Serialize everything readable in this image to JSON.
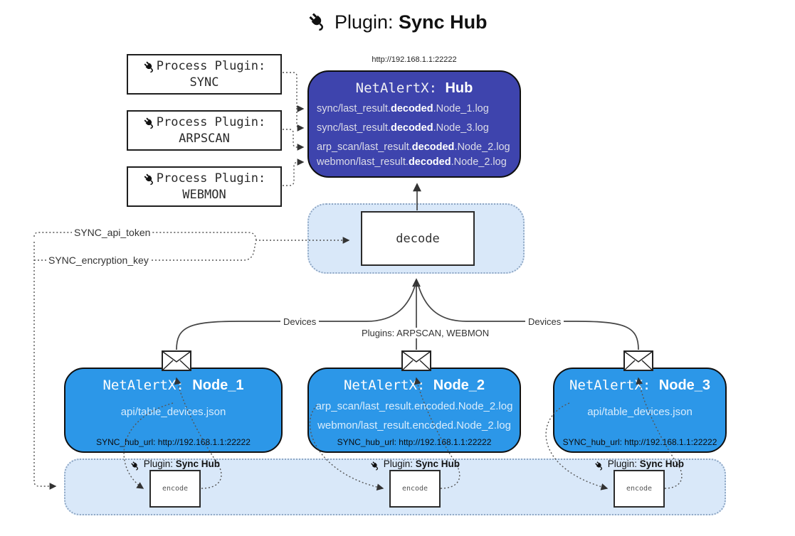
{
  "title": {
    "icon": "plug-icon",
    "prefix": "Plugin:",
    "name": "Sync Hub"
  },
  "colors": {
    "hub-fill": "#3e44ad",
    "node-fill": "#2c97e8",
    "band-fill": "#d9e8f9",
    "band-border": "#8fa7c4",
    "ink": "#1a1a1a",
    "hub-text": "#dcdce8",
    "node-text": "#d8ecfc"
  },
  "process_plugins": [
    {
      "label": "Process Plugin:",
      "name": "SYNC"
    },
    {
      "label": "Process Plugin:",
      "name": "ARPSCAN"
    },
    {
      "label": "Process Plugin:",
      "name": "WEBMON"
    }
  ],
  "hub": {
    "url": "http://192.168.1.1:22222",
    "title_prefix": "NetAlertX:",
    "title_name": "Hub",
    "logs": [
      {
        "pre": "sync/last_result.",
        "bold": "decoded",
        "post": ".Node_1.log"
      },
      {
        "pre": "sync/last_result.",
        "bold": "decoded",
        "post": ".Node_3.log"
      },
      {
        "pre": "arp_scan/last_result.",
        "bold": "decoded",
        "post": ".Node_2.log"
      },
      {
        "pre": "webmon/last_result.",
        "bold": "decoded",
        "post": ".Node_2.log"
      }
    ]
  },
  "decode": {
    "label": "decode"
  },
  "config": {
    "api_token": "SYNC_api_token",
    "encryption_key": "SYNC_encryption_key"
  },
  "edge_labels": {
    "devices_left": "Devices",
    "devices_right": "Devices",
    "plugins_mid": "Plugins: ARPSCAN, WEBMON"
  },
  "nodes": [
    {
      "title_prefix": "NetAlertX:",
      "title_name": "Node_1",
      "lines": [
        "api/table_devices.json"
      ],
      "hub_url": "SYNC_hub_url: http://192.168.1.1:22222"
    },
    {
      "title_prefix": "NetAlertX:",
      "title_name": "Node_2",
      "lines": [
        "arp_scan/last_result.encoded.Node_2.log",
        "webmon/last_result.encoded.Node_2.log"
      ],
      "hub_url": "SYNC_hub_url: http://192.168.1.1:22222"
    },
    {
      "title_prefix": "NetAlertX:",
      "title_name": "Node_3",
      "lines": [
        "api/table_devices.json"
      ],
      "hub_url": "SYNC_hub_url: http://192.168.1.1:22222"
    }
  ],
  "encode": {
    "plugin_prefix": "Plugin:",
    "plugin_name": "Sync Hub",
    "label": "encode"
  }
}
